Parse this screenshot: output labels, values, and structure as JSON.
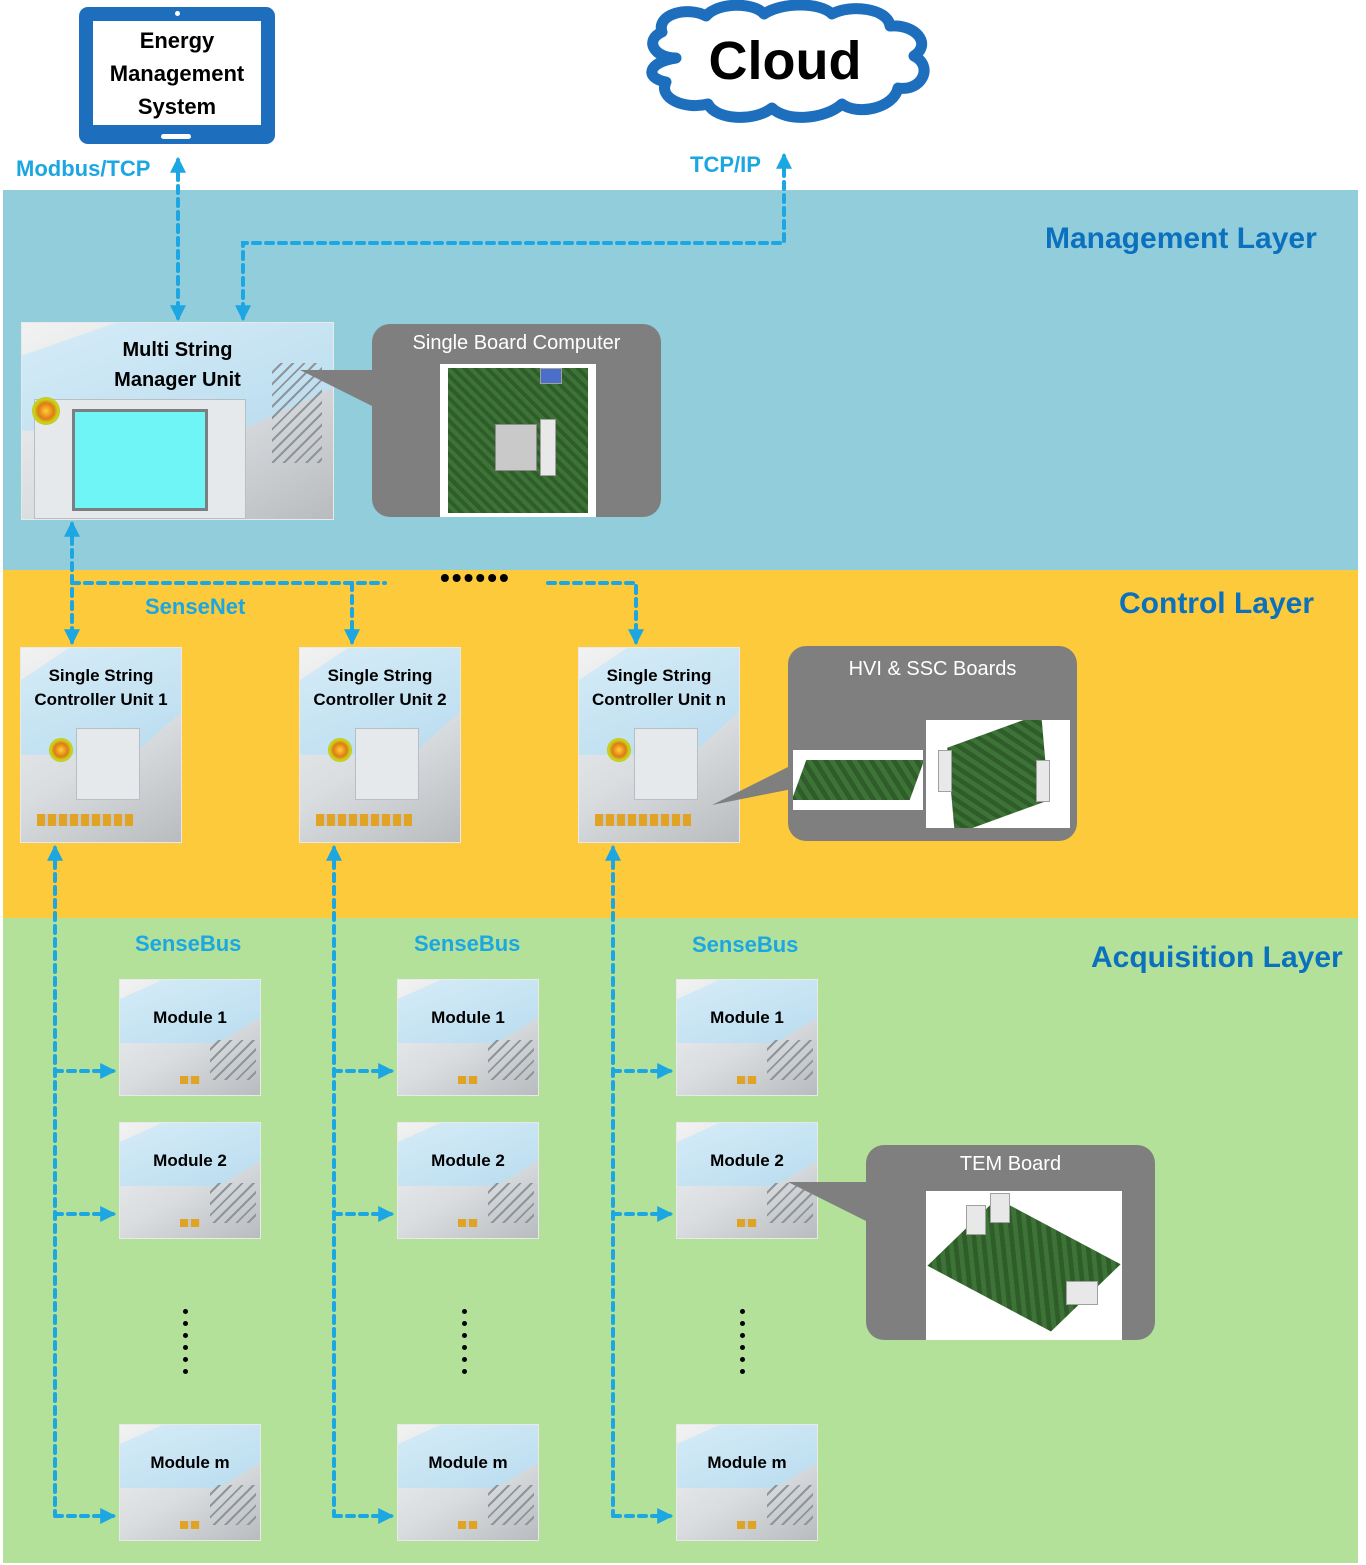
{
  "external": {
    "ems_label": [
      "Energy",
      "Management",
      "System"
    ],
    "cloud_label": "Cloud",
    "ems_protocol": "Modbus/TCP",
    "cloud_protocol": "TCP/IP"
  },
  "layers": {
    "management": {
      "title": "Management Layer",
      "color": "#92cddc"
    },
    "control": {
      "title": "Control Layer",
      "color": "#fdca3c"
    },
    "acquisition": {
      "title": "Acquisition Layer",
      "color": "#b3e19a"
    }
  },
  "management": {
    "unit_label": [
      "Multi String",
      "Manager Unit"
    ],
    "callout_title": "Single Board Computer"
  },
  "control": {
    "bus_label": "SenseNet",
    "ellipsis": "••••••",
    "units": [
      {
        "label": [
          "Single String",
          "Controller Unit 1"
        ]
      },
      {
        "label": [
          "Single String",
          "Controller Unit 2"
        ]
      },
      {
        "label": [
          "Single String",
          "Controller Unit n"
        ]
      }
    ],
    "callout_title": "HVI & SSC Boards"
  },
  "acquisition": {
    "bus_label": "SenseBus",
    "columns": [
      {
        "modules": [
          "Module 1",
          "Module 2",
          "Module m"
        ]
      },
      {
        "modules": [
          "Module 1",
          "Module 2",
          "Module m"
        ]
      },
      {
        "modules": [
          "Module 1",
          "Module 2",
          "Module m"
        ]
      }
    ],
    "callout_title": "TEM Board"
  },
  "colors": {
    "link": "#1ca6e2",
    "layer_title": "#0b70bd",
    "device_outline": "#1d6fbd",
    "callout": "#7f7f7f"
  }
}
